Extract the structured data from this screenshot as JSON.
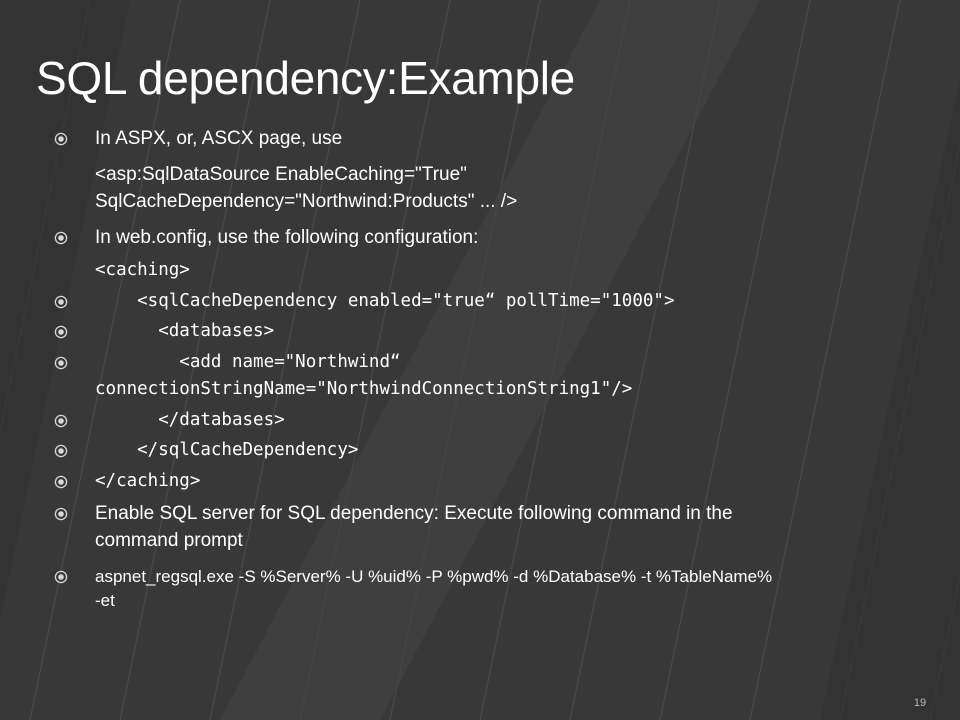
{
  "slide": {
    "title": "SQL dependency:Example",
    "page_number": "19",
    "items": [
      {
        "bullet": true,
        "style": "sans",
        "text": "In ASPX, or, ASCX page, use"
      },
      {
        "bullet": false,
        "style": "sans",
        "text": "<asp:SqlDataSource EnableCaching=\"True\""
      },
      {
        "bullet": false,
        "style": "sans",
        "text": "SqlCacheDependency=\"Northwind:Products\" ... />"
      },
      {
        "bullet": true,
        "style": "sans",
        "text": "In web.config, use the following configuration:"
      },
      {
        "bullet": false,
        "style": "mono",
        "text": "<caching>"
      },
      {
        "bullet": true,
        "style": "mono",
        "text": "    <sqlCacheDependency enabled=\"true“ pollTime=\"1000\">"
      },
      {
        "bullet": true,
        "style": "mono",
        "text": "      <databases>"
      },
      {
        "bullet": true,
        "style": "mono",
        "text": "        <add name=\"Northwind“"
      },
      {
        "bullet": false,
        "style": "mono",
        "text": "connectionStringName=\"NorthwindConnectionString1\"/>"
      },
      {
        "bullet": true,
        "style": "mono",
        "text": "      </databases>"
      },
      {
        "bullet": true,
        "style": "mono",
        "text": "    </sqlCacheDependency>"
      },
      {
        "bullet": true,
        "style": "mono",
        "text": "</caching>"
      },
      {
        "bullet": true,
        "style": "sans",
        "text": "Enable SQL server for SQL dependency: Execute following command in the"
      },
      {
        "bullet": false,
        "style": "sans",
        "text": "command prompt"
      },
      {
        "bullet": true,
        "style": "small",
        "text": "aspnet_regsql.exe -S %Server% -U %uid% -P %pwd% -d %Database% -t %TableName%"
      },
      {
        "bullet": false,
        "style": "small",
        "text": "-et"
      }
    ]
  },
  "colors": {
    "background": "#3a3a3a",
    "stripe": "#454545",
    "text": "#ffffff",
    "bullet": "#d8d8d8"
  },
  "icons": {
    "bullet": "circle-dot-icon"
  }
}
